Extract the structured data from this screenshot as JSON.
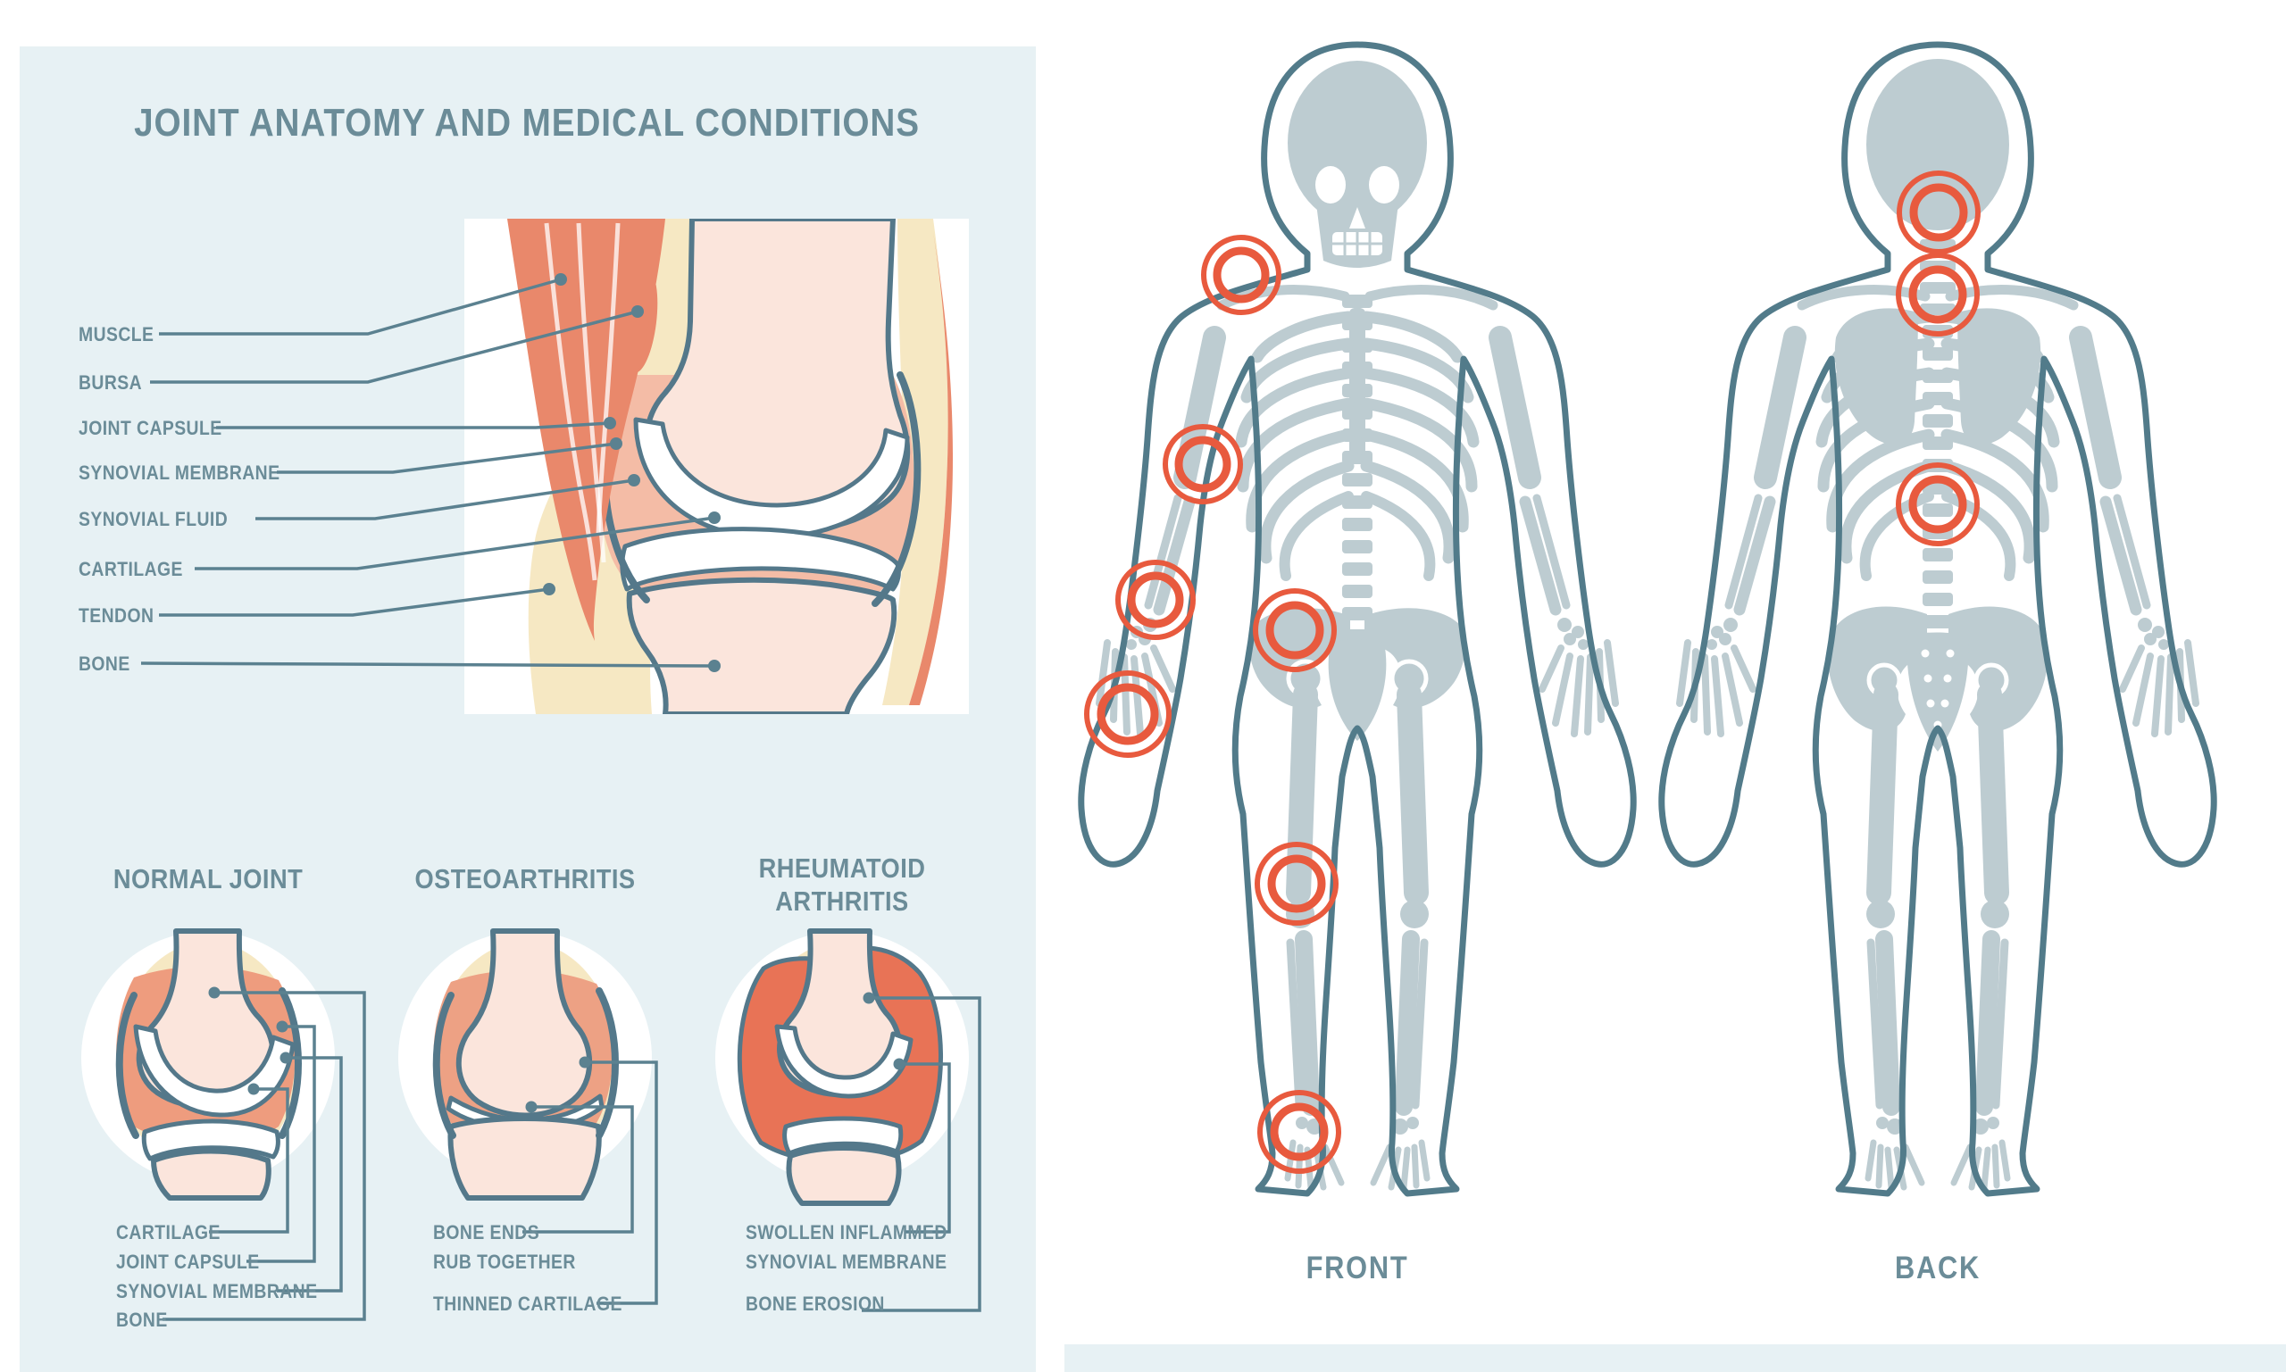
{
  "title": "JOINT ANATOMY AND MEDICAL CONDITIONS",
  "anatomy": {
    "labels": [
      "MUSCLE",
      "BURSA",
      "JOINT CAPSULE",
      "SYNOVIAL MEMBRANE",
      "SYNOVIAL FLUID",
      "CARTILAGE",
      "TENDON",
      "BONE"
    ]
  },
  "conditions": [
    {
      "title_lines": [
        "NORMAL JOINT"
      ],
      "labels": [
        {
          "lines": [
            "CARTILAGE"
          ]
        },
        {
          "lines": [
            "JOINT CAPSULE"
          ]
        },
        {
          "lines": [
            "SYNOVIAL MEMBRANE"
          ]
        },
        {
          "lines": [
            "BONE"
          ]
        }
      ]
    },
    {
      "title_lines": [
        "OSTEOARTHRITIS"
      ],
      "labels": [
        {
          "lines": [
            "BONE ENDS",
            "RUB TOGETHER"
          ]
        },
        {
          "lines": [
            "THINNED CARTILAGE"
          ]
        }
      ]
    },
    {
      "title_lines": [
        "RHEUMATOID",
        "ARTHRITIS"
      ],
      "labels": [
        {
          "lines": [
            "SWOLLEN INFLAMMED",
            "SYNOVIAL MEMBRANE"
          ]
        },
        {
          "lines": [
            "BONE EROSION"
          ]
        }
      ]
    }
  ],
  "figures": [
    {
      "label": "FRONT",
      "markers": [
        "shoulder",
        "elbow",
        "wrist",
        "fingers",
        "hip",
        "knee",
        "ankle"
      ]
    },
    {
      "label": "BACK",
      "markers": [
        "cervical-spine",
        "thoracic-spine",
        "lumbar-spine"
      ]
    }
  ],
  "colors": {
    "accent_red": "#e85a3e",
    "panel_blue": "#e7f1f4",
    "outline_slate": "#527b8a",
    "line_slate": "#5b8190",
    "text_slate": "#6b8c98",
    "skeleton_fill": "#bdccd1",
    "muscle_salmon": "#e9886b",
    "tendon_cream": "#f6e8c3",
    "bone_pink": "#fbe5dc",
    "synovial_pink": "#f4bca6",
    "osteo_synovial": "#eda184",
    "swollen_red": "#e87356"
  }
}
